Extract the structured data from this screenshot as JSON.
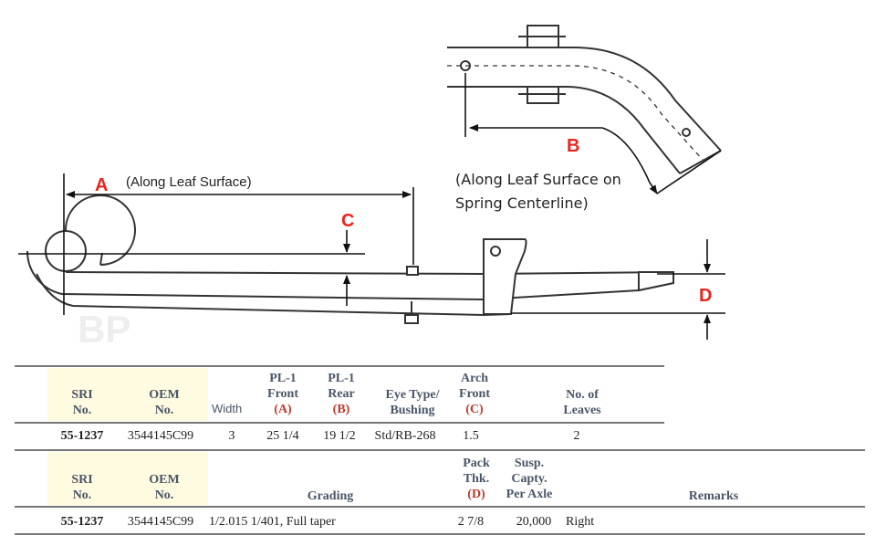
{
  "diagram": {
    "label_a": "A",
    "label_b": "B",
    "label_c": "C",
    "label_d": "D",
    "note_a": "(Along Leaf Surface)",
    "note_b_line1": "(Along Leaf Surface on",
    "note_b_line2": "Spring Centerline)"
  },
  "table1": {
    "headers": {
      "sri": [
        "SRI",
        "No."
      ],
      "oem": [
        "OEM",
        "No."
      ],
      "width": "Width",
      "pl1_front": [
        "PL-1",
        "Front",
        "(A)"
      ],
      "pl1_rear": [
        "PL-1",
        "Rear",
        "(B)"
      ],
      "eye": [
        "Eye Type/",
        "Bushing"
      ],
      "arch": [
        "Arch",
        "Front",
        "(C)"
      ],
      "leaves": [
        "No. of",
        "Leaves"
      ]
    },
    "row": {
      "sri": "55-1237",
      "oem": "3544145C99",
      "width": "3",
      "pl1_front": "25 1/4",
      "pl1_rear": "19 1/2",
      "eye": "Std/RB-268",
      "arch": "1.5",
      "leaves": "2"
    }
  },
  "table2": {
    "headers": {
      "sri": [
        "SRI",
        "No."
      ],
      "oem": [
        "OEM",
        "No."
      ],
      "grading": "Grading",
      "pack": [
        "Pack",
        "Thk.",
        "(D)"
      ],
      "susp": [
        "Susp.",
        "Capty.",
        "Per Axle"
      ],
      "remarks": "Remarks"
    },
    "row": {
      "sri": "55-1237",
      "oem": "3544145C99",
      "grading": "1/2.015 1/401, Full taper",
      "pack": "2 7/8",
      "susp": "20,000",
      "remarks": "Right"
    }
  }
}
